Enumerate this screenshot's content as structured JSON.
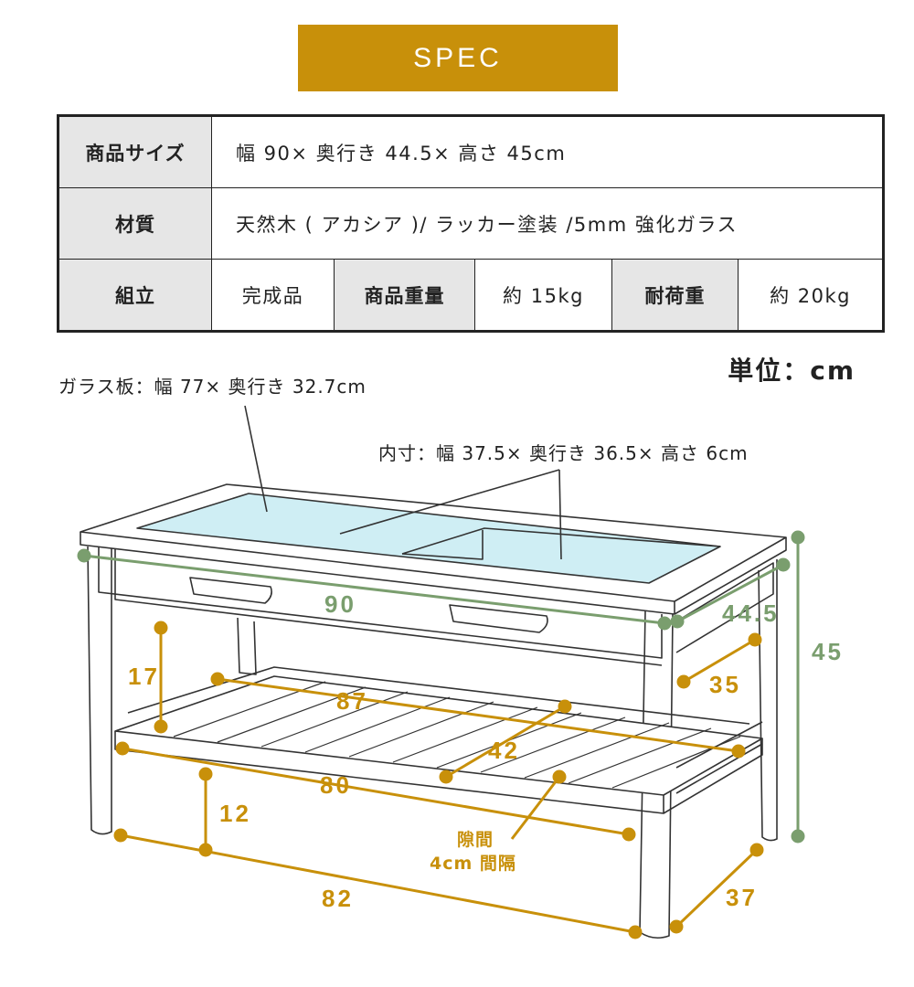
{
  "banner": {
    "title": "SPEC"
  },
  "spec": {
    "size_label": "商品サイズ",
    "size_value": "幅 90× 奥行き 44.5× 高さ 45cm",
    "material_label": "材質",
    "material_value": "天然木 ( アカシア )/ ラッカー塗装 /5mm 強化ガラス",
    "assembly_label": "組立",
    "assembly_value": "完成品",
    "weight_label": "商品重量",
    "weight_value": "約 15kg",
    "load_label": "耐荷重",
    "load_value": "約 20kg"
  },
  "unit_note": "単位：cm",
  "notes": {
    "glass": "ガラス板：幅 77× 奥行き 32.7cm",
    "inner": "内寸：幅 37.5× 奥行き 36.5× 高さ 6cm"
  },
  "dimensions": {
    "width": "90",
    "depth": "44.5",
    "height": "45",
    "shelf_gap": "17",
    "shelf_inner_width": "87",
    "lower_depth": "35",
    "shelf_depth": "42",
    "shelf_width": "80",
    "leg_height": "12",
    "leg_width": "82",
    "leg_depth": "37",
    "slat_gap_line1": "隙間",
    "slat_gap_line2": "4cm 間隔"
  },
  "colors": {
    "accent": "#c8900a",
    "green": "#7a9e6e",
    "glass": "#cfeef4"
  }
}
